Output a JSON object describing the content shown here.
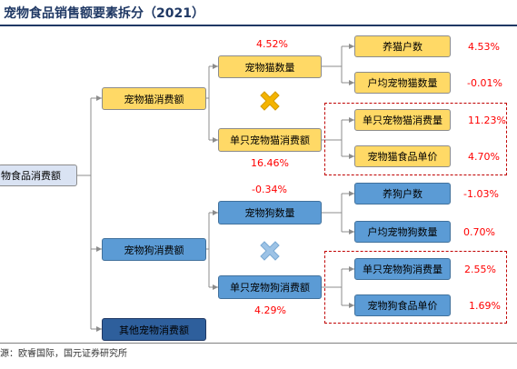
{
  "title": "宠物食品销售额要素拆分（2021）",
  "source": "源：欧睿国际，国元证券研究所",
  "nodes": {
    "root": "物食品消费额",
    "cat_total": "宠物猫消费额",
    "dog_total": "宠物狗消费额",
    "other_total": "其他宠物消费额",
    "cat_count": "宠物猫数量",
    "cat_per": "单只宠物猫消费额",
    "dog_count": "宠物狗数量",
    "dog_per": "单只宠物狗消费额",
    "cat_households": "养猫户数",
    "cat_per_household": "户均宠物猫数量",
    "cat_single_spend": "单只宠物猫消费量",
    "cat_food_price": "宠物猫食品单价",
    "dog_households": "养狗户数",
    "dog_per_household": "户均宠物狗数量",
    "dog_single_spend": "单只宠物狗消费量",
    "dog_food_price": "宠物狗食品单价"
  },
  "values": {
    "cat_count": "4.52%",
    "cat_per": "16.46%",
    "dog_count": "-0.34%",
    "dog_per": "4.29%",
    "cat_households": "4.53%",
    "cat_per_household": "-0.01%",
    "cat_single_spend": "11.23%",
    "cat_food_price": "4.70%",
    "dog_households": "-1.03%",
    "dog_per_household": "0.70%",
    "dog_single_spend": "2.55%",
    "dog_food_price": "1.69%"
  },
  "colors": {
    "cat": "#ffd966",
    "dog": "#5b9bd5",
    "other": "#2e5f9c",
    "root": "#dae3f3",
    "value_text": "#ff0000",
    "cat_multiply": "#f4b400",
    "dog_multiply": "#9dc3e6"
  },
  "icons": {
    "cat_multiply": "multiply-icon",
    "dog_multiply": "multiply-icon"
  }
}
